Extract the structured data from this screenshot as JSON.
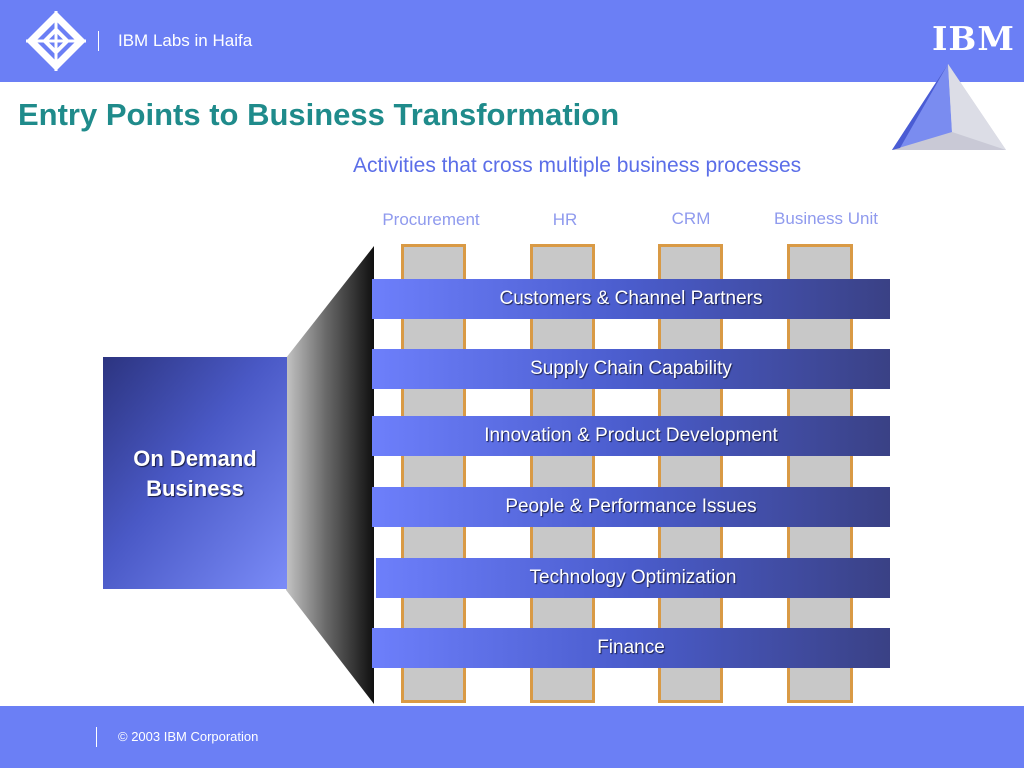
{
  "header": {
    "lab_name": "IBM Labs in Haifa",
    "brand": "IBM",
    "bar_color": "#6b7ff5",
    "logo_icon": "diamond-logo-icon"
  },
  "slide": {
    "title": "Entry Points to Business Transformation",
    "subtitle": "Activities that cross multiple business processes",
    "title_color": "#1f8b8b",
    "subtitle_color": "#5b6ee8"
  },
  "columns": [
    "Procurement",
    "HR",
    "CRM",
    "Business Unit"
  ],
  "bands": [
    "Customers & Channel Partners",
    "Supply Chain Capability",
    "Innovation & Product Development",
    "People & Performance Issues",
    "Technology Optimization",
    "Finance"
  ],
  "on_demand": {
    "line1": "On Demand",
    "line2": "Business"
  },
  "footer": {
    "copyright": "© 2003 IBM Corporation"
  }
}
